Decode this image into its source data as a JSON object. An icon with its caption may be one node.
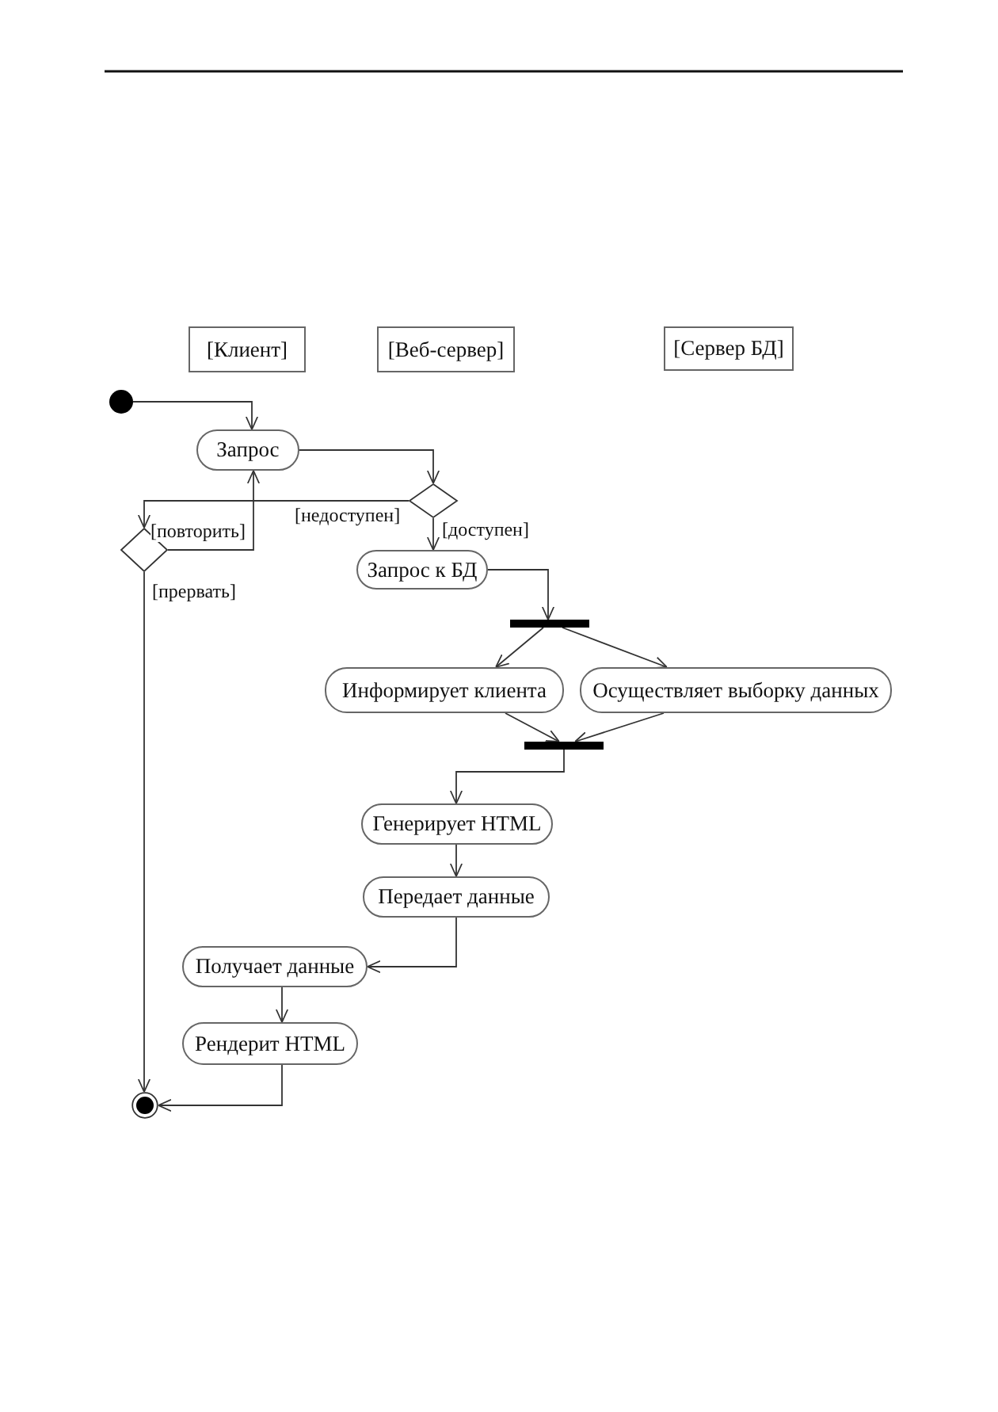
{
  "diagram": {
    "nodes": [
      {
        "text": [
          "[Клиент]"
        ]
      },
      {
        "text": [
          "[Веб-сервер]"
        ]
      },
      {
        "text": [
          "[Сервер БД]"
        ]
      },
      {
        "text": [],
        "shape": "circle"
      },
      {
        "text": [
          "Запрос"
        ]
      },
      {
        "text": [],
        "shape": "diamond"
      },
      {
        "text": [],
        "shape": "diamond"
      },
      {
        "text": [
          "Запрос к БД"
        ]
      },
      {
        "text": [],
        "shape": "bar"
      },
      {
        "text": [
          "Информирует клиента"
        ]
      },
      {
        "text": [
          "Осуществляет выборку данных"
        ]
      },
      {
        "text": [],
        "shape": "bar"
      },
      {
        "text": [
          "Генерирует HTML"
        ]
      },
      {
        "text": [
          "Передает данные"
        ]
      },
      {
        "text": [
          "Получает данные"
        ]
      },
      {
        "text": [
          "Рендерит HTML"
        ]
      },
      {
        "text": [],
        "shape": "circle"
      }
    ],
    "edges": [
      {
        "from": 3,
        "to": 4,
        "arrow": "to"
      },
      {
        "from": 4,
        "to": 5,
        "arrow": "to"
      },
      {
        "from": 5,
        "to": 6,
        "arrow": "to",
        "label": "[недоступен]"
      },
      {
        "from": 5,
        "to": 7,
        "arrow": "to",
        "label": "[доступен]"
      },
      {
        "from": 6,
        "to": 4,
        "arrow": "to",
        "label": "[повторить]"
      },
      {
        "from": 6,
        "to": 16,
        "arrow": "to",
        "label": "[прервать]"
      },
      {
        "from": 7,
        "to": 8,
        "arrow": "to"
      },
      {
        "from": 8,
        "to": 9,
        "arrow": "to"
      },
      {
        "from": 8,
        "to": 10,
        "arrow": "to"
      },
      {
        "from": 9,
        "to": 11,
        "arrow": "to"
      },
      {
        "from": 10,
        "to": 11,
        "arrow": "to"
      },
      {
        "from": 11,
        "to": 12,
        "arrow": "to"
      },
      {
        "from": 12,
        "to": 13,
        "arrow": "to"
      },
      {
        "from": 13,
        "to": 14,
        "arrow": "to"
      },
      {
        "from": 14,
        "to": 15,
        "arrow": "to"
      },
      {
        "from": 15,
        "to": 16,
        "arrow": "to"
      }
    ]
  }
}
